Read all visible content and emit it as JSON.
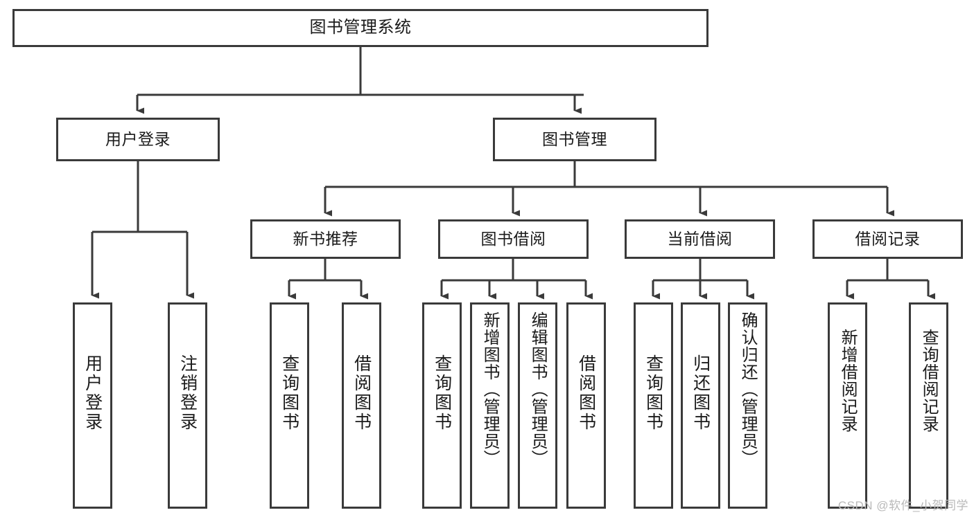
{
  "diagram": {
    "title": "图书管理系统",
    "type": "tree-hierarchy",
    "watermark": "CSDN @软件_小贺同学",
    "colors": {
      "box_border": "#3a3a3a",
      "box_fill": "#ffffff",
      "edge": "#3a3a3a",
      "text": "#1a1a1a",
      "watermark": "#b9b9b9",
      "background": "#ffffff"
    },
    "levels": {
      "root": {
        "label": "图书管理系统"
      },
      "level2": [
        {
          "label": "用户登录"
        },
        {
          "label": "图书管理"
        }
      ],
      "level3": [
        {
          "label": "新书推荐"
        },
        {
          "label": "图书借阅"
        },
        {
          "label": "当前借阅"
        },
        {
          "label": "借阅记录"
        }
      ],
      "leaves": [
        {
          "label": "用户登录",
          "parent": "用户登录"
        },
        {
          "label": "注销登录",
          "parent": "用户登录"
        },
        {
          "label": "查询图书",
          "parent": "新书推荐"
        },
        {
          "label": "借阅图书",
          "parent": "新书推荐"
        },
        {
          "label": "查询图书",
          "parent": "图书借阅"
        },
        {
          "label": "新增图书（管理员）",
          "parent": "图书借阅"
        },
        {
          "label": "编辑图书（管理员）",
          "parent": "图书借阅"
        },
        {
          "label": "借阅图书",
          "parent": "图书借阅"
        },
        {
          "label": "查询图书",
          "parent": "当前借阅"
        },
        {
          "label": "归还图书",
          "parent": "当前借阅"
        },
        {
          "label": "确认归还（管理员）",
          "parent": "当前借阅"
        },
        {
          "label": "新增借阅记录",
          "parent": "借阅记录"
        },
        {
          "label": "查询借阅记录",
          "parent": "借阅记录"
        }
      ]
    }
  }
}
